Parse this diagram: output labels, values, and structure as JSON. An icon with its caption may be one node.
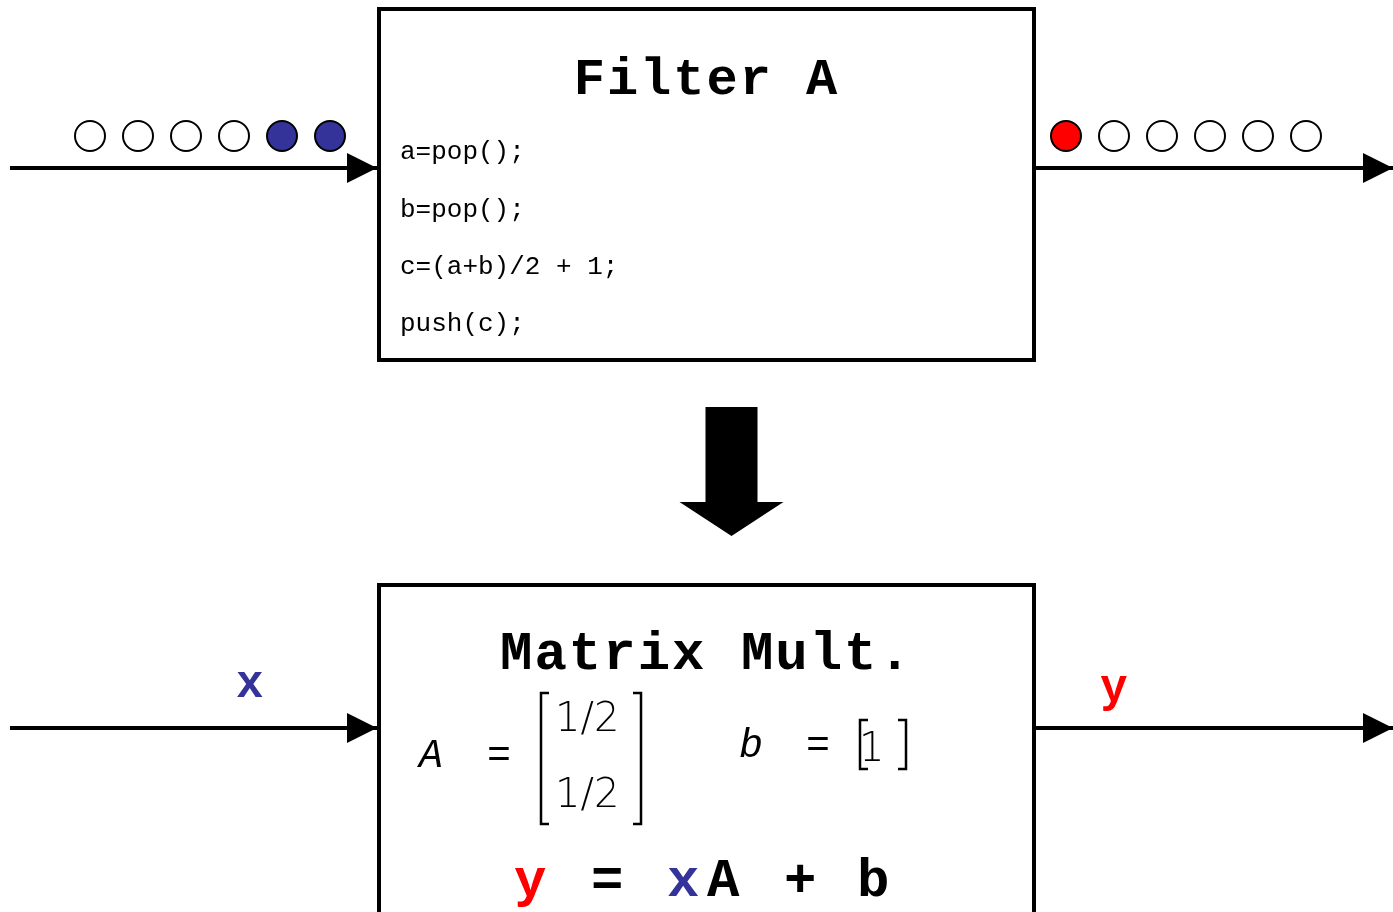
{
  "diagram": {
    "nodes": [
      {
        "text": [],
        "shape": "circle"
      },
      {
        "text": [],
        "shape": "circle"
      },
      {
        "text": [],
        "shape": "circle"
      },
      {
        "text": [],
        "shape": "circle"
      },
      {
        "text": [],
        "shape": "circle"
      },
      {
        "text": [],
        "shape": "circle"
      },
      {
        "text": [
          "Filter A",
          "a=pop();",
          "b=pop();",
          "c=(a+b)/2 + 1;",
          "push(c);"
        ]
      },
      {
        "text": [],
        "shape": "circle"
      },
      {
        "text": [],
        "shape": "circle"
      },
      {
        "text": [],
        "shape": "circle"
      },
      {
        "text": [],
        "shape": "circle"
      },
      {
        "text": [],
        "shape": "circle"
      },
      {
        "text": [],
        "shape": "circle"
      },
      {
        "text": [
          "Matrix Mult.",
          "A",
          "=",
          "1/2",
          "1/2",
          "b",
          "=",
          "1",
          "y",
          "=",
          "x",
          "A",
          "+",
          "b"
        ]
      }
    ],
    "edges": [
      {
        "from": null,
        "to": 6,
        "arrow": "to"
      },
      {
        "from": 6,
        "to": null,
        "arrow": "to"
      },
      {
        "from": 6,
        "to": 13,
        "arrow": "to",
        "style": "thick"
      },
      {
        "from": null,
        "to": 13,
        "arrow": "to",
        "label": "x"
      },
      {
        "from": 13,
        "to": null,
        "arrow": "to",
        "label": "y"
      }
    ]
  }
}
